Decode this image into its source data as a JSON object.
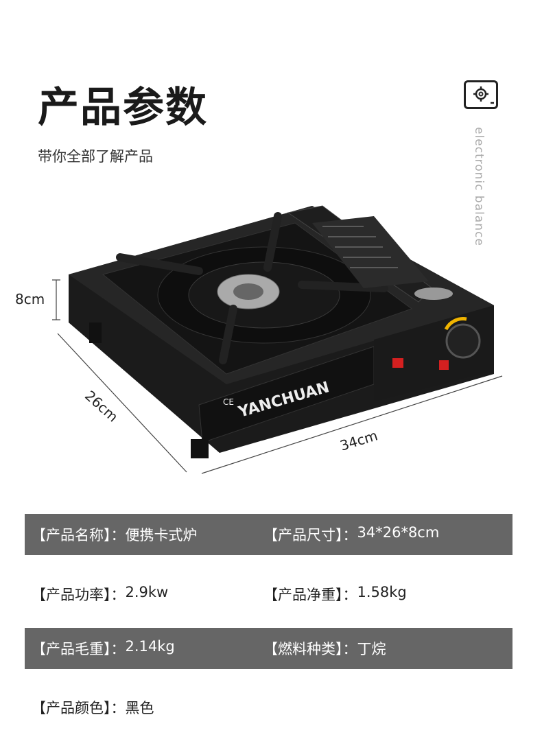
{
  "header": {
    "title": "产品参数",
    "subtitle": "带你全部了解产品"
  },
  "badge": {
    "icon": "target-scale-icon",
    "text": "electronic balance"
  },
  "product": {
    "brand": "YANCHUAN",
    "mark": "CE"
  },
  "dimensions": {
    "height": "8cm",
    "depth": "26cm",
    "width": "34cm"
  },
  "specs": [
    {
      "label": "【产品名称】：",
      "value": "便携卡式炉"
    },
    {
      "label": "【产品尺寸】：",
      "value": "34*26*8cm"
    },
    {
      "label": "【产品功率】：",
      "value": "2.9kw"
    },
    {
      "label": "【产品净重】：",
      "value": "1.58kg"
    },
    {
      "label": "【产品毛重】：",
      "value": "2.14kg"
    },
    {
      "label": "【燃料种类】：",
      "value": "丁烷"
    },
    {
      "label": "【产品颜色】：",
      "value": "黑色"
    }
  ],
  "colors": {
    "row_band": "#666666",
    "stove": "#1b1b1b",
    "accent_red": "#d52020",
    "accent_yellow": "#f0b400"
  }
}
